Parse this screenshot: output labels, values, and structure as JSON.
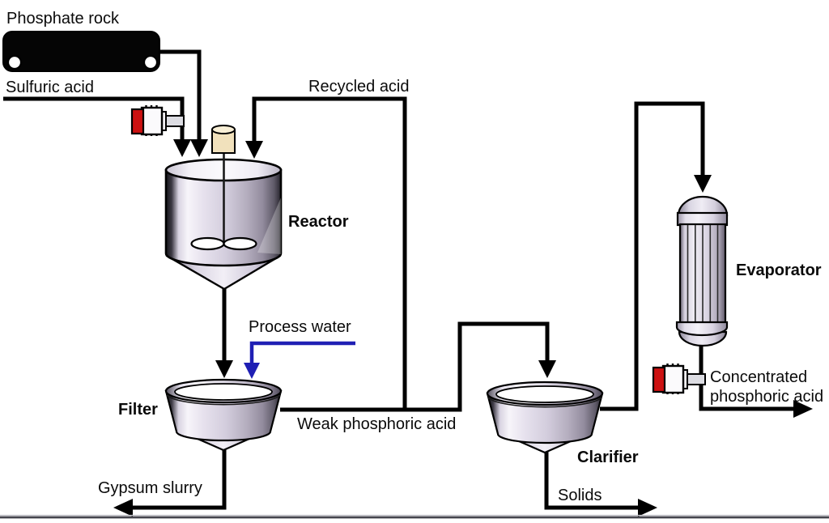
{
  "diagram": {
    "streams": {
      "phosphate_rock": "Phosphate rock",
      "sulfuric_acid": "Sulfuric acid",
      "recycled_acid": "Recycled acid",
      "process_water": "Process water",
      "weak_phosphoric_acid": "Weak phosphoric acid",
      "gypsum_slurry": "Gypsum slurry",
      "solids": "Solids",
      "concentrated_line1": "Concentrated",
      "concentrated_line2": "phosphoric acid"
    },
    "equipment": {
      "reactor": "Reactor",
      "filter": "Filter",
      "clarifier": "Clarifier",
      "evaporator": "Evaporator"
    },
    "colors": {
      "flow_line": "#000000",
      "process_water_line": "#1f1fb4",
      "pump_red": "#cc1111",
      "vessel_lavender": "#d9d4e2",
      "motor_cream": "#f1e1bc",
      "conveyor_black": "#050505",
      "bottom_border": "#45454d"
    }
  }
}
